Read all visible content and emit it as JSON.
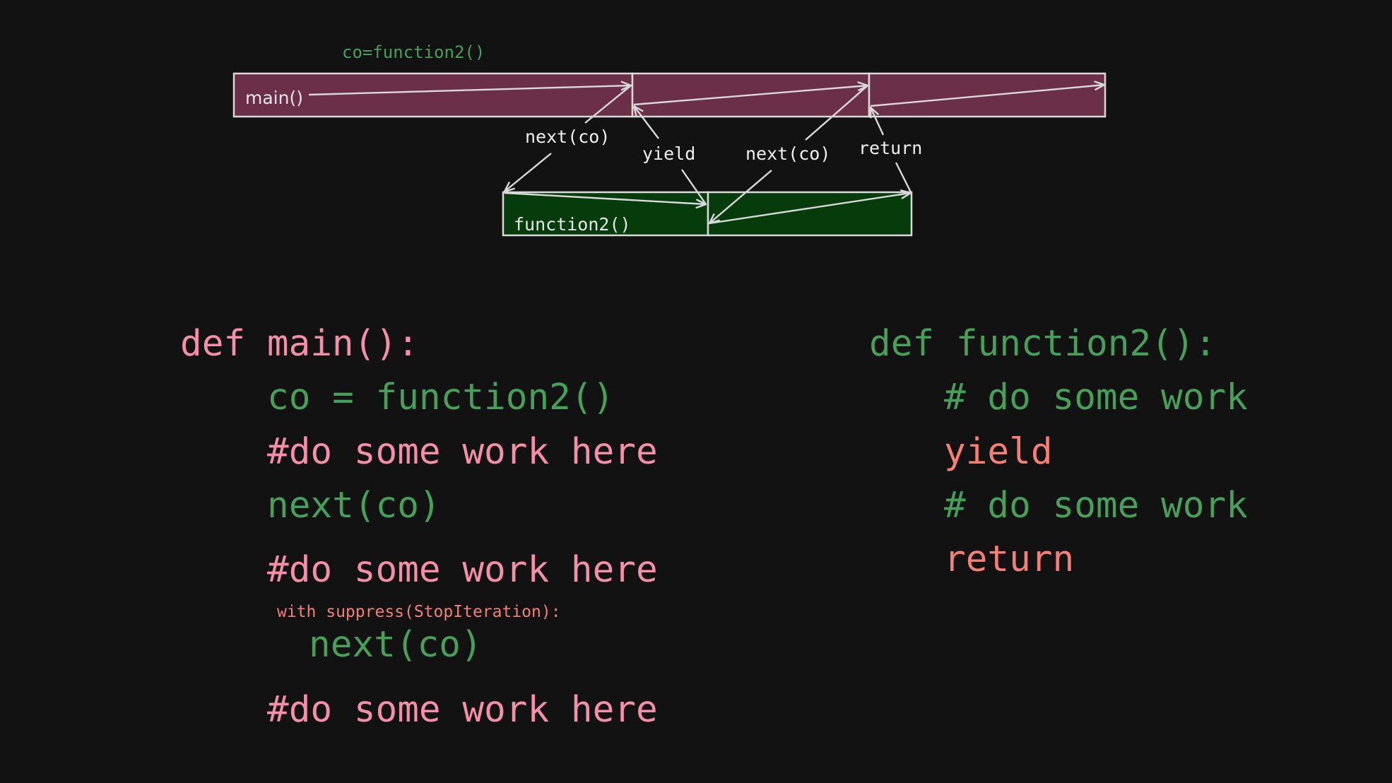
{
  "diagram": {
    "caller_annotation": "co=function2()",
    "main_label": "main()",
    "function2_label": "function2()",
    "arrow_labels": {
      "next1": "next(co)",
      "yield": "yield",
      "next2": "next(co)",
      "return": "return"
    },
    "colors": {
      "main_fill": "#6b3048",
      "function2_fill": "#063b0c",
      "outline": "#d9d9d9",
      "annotation": "#46a05a"
    }
  },
  "main_code": {
    "def_line": "def main():",
    "line_create": "co = function2()",
    "comment_1": "#do some work here",
    "next_1": "next(co)",
    "comment_2": "#do some work here",
    "with_suppress": "with suppress(StopIteration):",
    "next_2": "next(co)",
    "comment_3": "#do some work here"
  },
  "function2_code": {
    "def_line": "def function2():",
    "comment_1": "# do some work",
    "yield_kw": "yield",
    "comment_2": "# do some work",
    "return_kw": "return"
  },
  "code_colors": {
    "pink": "#f58fa8",
    "green": "#46a05a",
    "salmon": "#f47f74"
  }
}
